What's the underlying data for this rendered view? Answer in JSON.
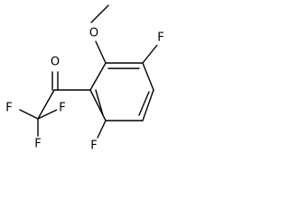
{
  "molecule": {
    "atoms": {
      "methyl_c": "",
      "methoxy_o": "O",
      "carbonyl_o": "O",
      "ring_f_top": "F",
      "ring_f_bottom": "F",
      "cf3_f_left": "F",
      "cf3_f_right": "F",
      "cf3_f_bottom": "F"
    }
  },
  "colors": {
    "bond": "#000000",
    "label": "#000000",
    "background": "#ffffff"
  }
}
